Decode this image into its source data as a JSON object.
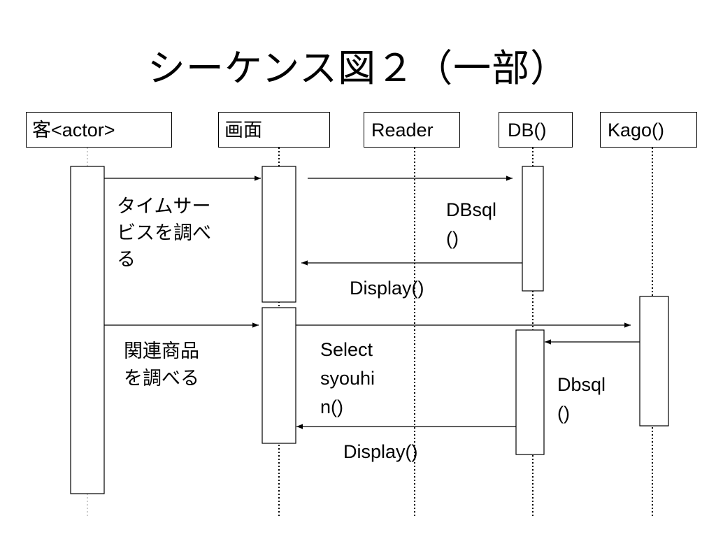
{
  "title": "シーケンス図２（一部）",
  "participants": [
    {
      "id": "kyaku",
      "label": "客<actor>"
    },
    {
      "id": "gamen",
      "label": "画面"
    },
    {
      "id": "reader",
      "label": "Reader"
    },
    {
      "id": "db",
      "label": "DB()"
    },
    {
      "id": "kago",
      "label": "Kago()"
    }
  ],
  "messages": [
    {
      "id": "m1",
      "from": "kyaku",
      "to": "gamen",
      "label": [
        "タイムサー",
        "ビスを調べ",
        "る"
      ]
    },
    {
      "id": "m2",
      "from": "gamen",
      "to": "db",
      "label": [
        "DBsql",
        "()"
      ]
    },
    {
      "id": "m3",
      "from": "db",
      "to": "gamen",
      "label": [
        "Display()"
      ]
    },
    {
      "id": "m4",
      "from": "kyaku",
      "to": "gamen",
      "label": [
        "関連商品",
        "を調べる"
      ]
    },
    {
      "id": "m5",
      "from": "gamen",
      "to": "kago",
      "label": [
        "Select",
        "syouhi",
        "n()"
      ]
    },
    {
      "id": "m6",
      "from": "kago",
      "to": "db",
      "label": [
        "Dbsql",
        "()"
      ]
    },
    {
      "id": "m7",
      "from": "db",
      "to": "gamen",
      "label": [
        "Display()"
      ]
    }
  ]
}
